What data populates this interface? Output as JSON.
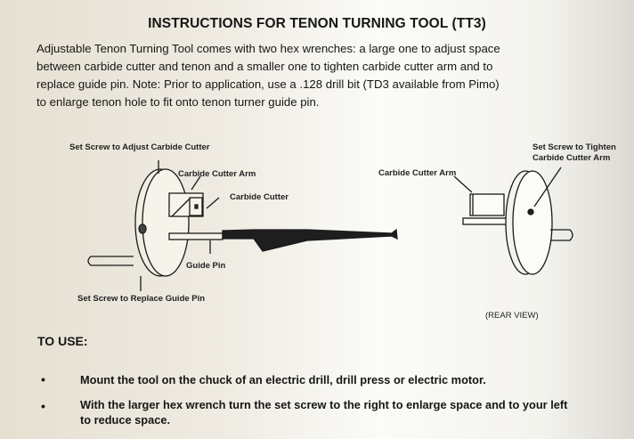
{
  "title": "INSTRUCTIONS FOR TENON TURNING TOOL (TT3)",
  "intro_lines": [
    "Adjustable Tenon Turning Tool comes with two hex wrenches: a large one to adjust space",
    "between carbide cutter and tenon and a smaller one to tighten carbide cutter arm and to",
    "replace guide pin.  Note: Prior to application, use a .128 drill bit (TD3 available from Pimo)",
    "to enlarge tenon hole to fit onto tenon turner guide pin."
  ],
  "diagram": {
    "front_labels": {
      "set_screw_adjust": "Set Screw to Adjust Carbide Cutter",
      "cutter_arm": "Carbide Cutter Arm",
      "cutter": "Carbide Cutter",
      "guide_pin": "Guide Pin",
      "set_screw_replace": "Set Screw to Replace Guide Pin"
    },
    "rear_labels": {
      "cutter_arm": "Carbide Cutter Arm",
      "set_screw_tighten_1": "Set Screw to Tighten",
      "set_screw_tighten_2": "Carbide Cutter Arm",
      "rear_view": "(REAR VIEW)"
    }
  },
  "to_use": {
    "heading": "TO USE:",
    "bullet": "•",
    "steps": [
      {
        "lines": [
          "Mount the tool on the chuck of an electric drill, drill press or electric motor."
        ]
      },
      {
        "lines": [
          "With the larger hex wrench turn the set screw to the right to enlarge space and to your left",
          "to reduce space."
        ]
      }
    ]
  }
}
